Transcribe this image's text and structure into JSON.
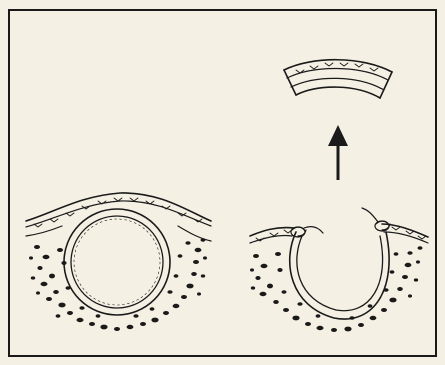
{
  "figure": {
    "background": "#f4f1e4",
    "ink": "#1a1a1a",
    "panels": [
      {
        "id": "intact-cyst"
      },
      {
        "id": "unroofed-cyst"
      },
      {
        "id": "excised-roof"
      }
    ],
    "arrow": {
      "direction": "up"
    }
  }
}
